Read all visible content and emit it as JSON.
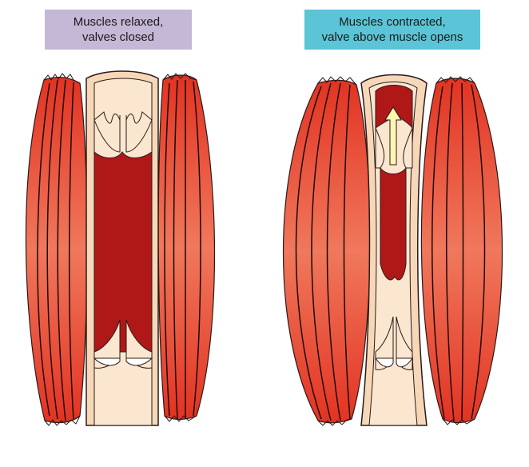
{
  "panels": {
    "relaxed": {
      "label_line1": "Muscles relaxed,",
      "label_line2": "valves closed",
      "label_color": "#c4b8d6"
    },
    "contracted": {
      "label_line1": "Muscles contracted,",
      "label_line2": "valve above muscle opens",
      "label_color": "#5bc4d6"
    }
  },
  "colors": {
    "muscle": "#e8402e",
    "muscle_light": "#f07a5e",
    "muscle_fiber": "#1a0a0a",
    "vein_wall": "#f6d8b8",
    "vein_inner": "#fbe6cf",
    "blood": "#b01818",
    "valve": "#ffffff",
    "arrow": "#fff7b0",
    "outline": "#2a1a1a"
  }
}
